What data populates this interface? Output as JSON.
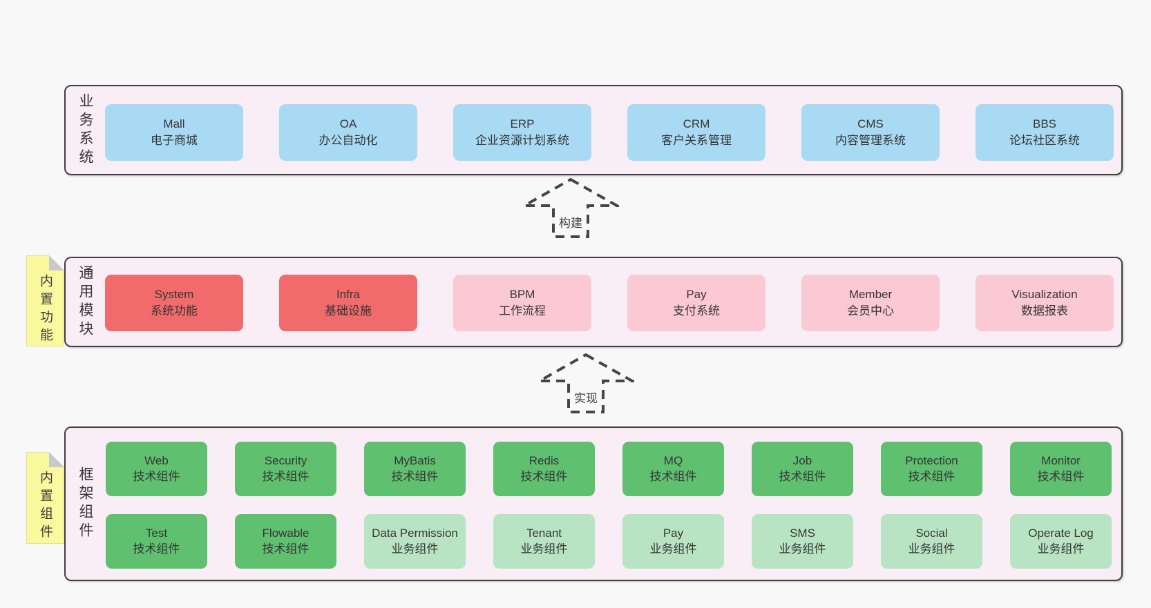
{
  "colors": {
    "page_bg": "#f8f8f8",
    "panel_bg": "#f9edf6",
    "panel_border": "#3f3f3f",
    "box_text": "#353535",
    "blue": "#a9daf3",
    "red": "#f16b6c",
    "pink": "#fbc9d3",
    "green": "#5fc070",
    "light_green": "#b9e4c3",
    "note_yellow": "#fbf99d",
    "note_fold": "#c9c9c9",
    "arrow_stroke": "#454545"
  },
  "arrows": [
    {
      "label": "构建"
    },
    {
      "label": "实现"
    }
  ],
  "layers": [
    {
      "id": "business",
      "label": "业务系统",
      "boxes": [
        {
          "title": "Mall",
          "subtitle": "电子商城",
          "color": "blue"
        },
        {
          "title": "OA",
          "subtitle": "办公自动化",
          "color": "blue"
        },
        {
          "title": "ERP",
          "subtitle": "企业资源计划系统",
          "color": "blue"
        },
        {
          "title": "CRM",
          "subtitle": "客户关系管理",
          "color": "blue"
        },
        {
          "title": "CMS",
          "subtitle": "内容管理系统",
          "color": "blue"
        },
        {
          "title": "BBS",
          "subtitle": "论坛社区系统",
          "color": "blue"
        }
      ]
    },
    {
      "id": "modules",
      "label": "通用模块",
      "note": "内置功能",
      "boxes": [
        {
          "title": "System",
          "subtitle": "系统功能",
          "color": "red"
        },
        {
          "title": "Infra",
          "subtitle": "基础设施",
          "color": "red"
        },
        {
          "title": "BPM",
          "subtitle": "工作流程",
          "color": "pink"
        },
        {
          "title": "Pay",
          "subtitle": "支付系统",
          "color": "pink"
        },
        {
          "title": "Member",
          "subtitle": "会员中心",
          "color": "pink"
        },
        {
          "title": "Visualization",
          "subtitle": "数据报表",
          "color": "pink"
        }
      ]
    },
    {
      "id": "components",
      "label": "框架组件",
      "note": "内置组件",
      "rows": [
        [
          {
            "title": "Web",
            "subtitle": "技术组件",
            "color": "green"
          },
          {
            "title": "Security",
            "subtitle": "技术组件",
            "color": "green"
          },
          {
            "title": "MyBatis",
            "subtitle": "技术组件",
            "color": "green"
          },
          {
            "title": "Redis",
            "subtitle": "技术组件",
            "color": "green"
          },
          {
            "title": "MQ",
            "subtitle": "技术组件",
            "color": "green"
          },
          {
            "title": "Job",
            "subtitle": "技术组件",
            "color": "green"
          },
          {
            "title": "Protection",
            "subtitle": "技术组件",
            "color": "green"
          },
          {
            "title": "Monitor",
            "subtitle": "技术组件",
            "color": "green"
          }
        ],
        [
          {
            "title": "Test",
            "subtitle": "技术组件",
            "color": "green"
          },
          {
            "title": "Flowable",
            "subtitle": "技术组件",
            "color": "green"
          },
          {
            "title": "Data Permission",
            "subtitle": "业务组件",
            "color": "light_green"
          },
          {
            "title": "Tenant",
            "subtitle": "业务组件",
            "color": "light_green"
          },
          {
            "title": "Pay",
            "subtitle": "业务组件",
            "color": "light_green"
          },
          {
            "title": "SMS",
            "subtitle": "业务组件",
            "color": "light_green"
          },
          {
            "title": "Social",
            "subtitle": "业务组件",
            "color": "light_green"
          },
          {
            "title": "Operate Log",
            "subtitle": "业务组件",
            "color": "light_green"
          }
        ]
      ]
    }
  ]
}
